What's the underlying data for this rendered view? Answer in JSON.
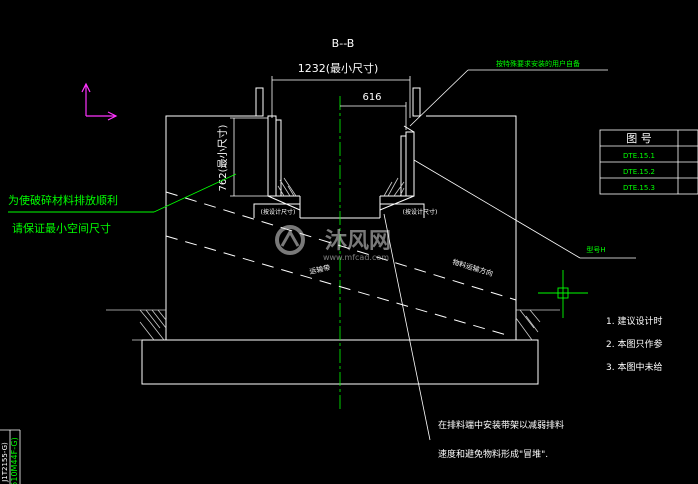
{
  "section_title": "B--B",
  "dim_width": "1232(最小尺寸)",
  "dim_inner": "616",
  "dim_height": "762(最小尺寸)",
  "note_left_line1": "为使破碎材料排放顺利",
  "note_left_line2": "请保证最小空间尺寸",
  "note_top_right": "按特殊要求安装的用户自备",
  "label_left_foot": "(按设计尺寸)",
  "label_right_foot": "(按设计尺寸)",
  "label_belt": "运输带",
  "label_flow": "物料运输方向",
  "label_right_mark": "型号H",
  "label_bottom_line1": "在排料端中安装带架以减弱排料",
  "label_bottom_line2": "速度和避免物料形成\"冒堆\".",
  "table_header": "图  号",
  "table_rows": [
    "DTE.15.1",
    "DTE.15.2",
    "DTE.15.3"
  ],
  "notes_right": [
    "1. 建议设计时",
    "2. 本图只作参",
    "3. 本图中未给"
  ],
  "side_label_1": "J1T2155-G)",
  "side_label_2": "510M44F-G)",
  "watermark": "沐风网",
  "watermark_url": "www.mfcad.com",
  "colors": {
    "line": "#ffffff",
    "leader": "#00ff00",
    "axis": "#ff33ff",
    "center": "#00ff00",
    "hatch": "#cccccc"
  }
}
